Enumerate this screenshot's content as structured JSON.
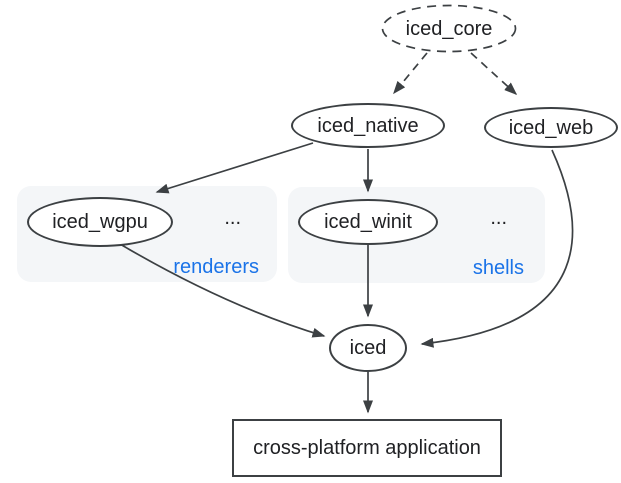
{
  "diagram": {
    "colors": {
      "stroke": "#3c4043",
      "text": "#202124",
      "accent": "#1a73e8",
      "group_fill": "#f4f6f8",
      "node_fill": "#ffffff",
      "background": "#ffffff"
    },
    "nodes": {
      "iced_core": {
        "label": "iced_core",
        "shape": "dashed-ellipse"
      },
      "iced_native": {
        "label": "iced_native",
        "shape": "ellipse"
      },
      "iced_web": {
        "label": "iced_web",
        "shape": "ellipse"
      },
      "iced_wgpu": {
        "label": "iced_wgpu",
        "shape": "ellipse"
      },
      "iced_winit": {
        "label": "iced_winit",
        "shape": "ellipse"
      },
      "iced": {
        "label": "iced",
        "shape": "ellipse"
      },
      "app": {
        "label": "cross-platform application",
        "shape": "rectangle"
      }
    },
    "groups": {
      "renderers": {
        "label": "renderers",
        "ellipsis": "...",
        "contains": [
          "iced_wgpu"
        ]
      },
      "shells": {
        "label": "shells",
        "ellipsis": "...",
        "contains": [
          "iced_winit"
        ]
      }
    },
    "edges": [
      {
        "from": "iced_core",
        "to": "iced_native",
        "style": "dashed"
      },
      {
        "from": "iced_core",
        "to": "iced_web",
        "style": "dashed"
      },
      {
        "from": "iced_native",
        "to": "iced_wgpu",
        "style": "solid"
      },
      {
        "from": "iced_native",
        "to": "iced_winit",
        "style": "solid"
      },
      {
        "from": "iced_wgpu",
        "to": "iced",
        "style": "solid"
      },
      {
        "from": "iced_winit",
        "to": "iced",
        "style": "solid"
      },
      {
        "from": "iced_web",
        "to": "iced",
        "style": "solid"
      },
      {
        "from": "iced",
        "to": "app",
        "style": "solid"
      }
    ]
  }
}
